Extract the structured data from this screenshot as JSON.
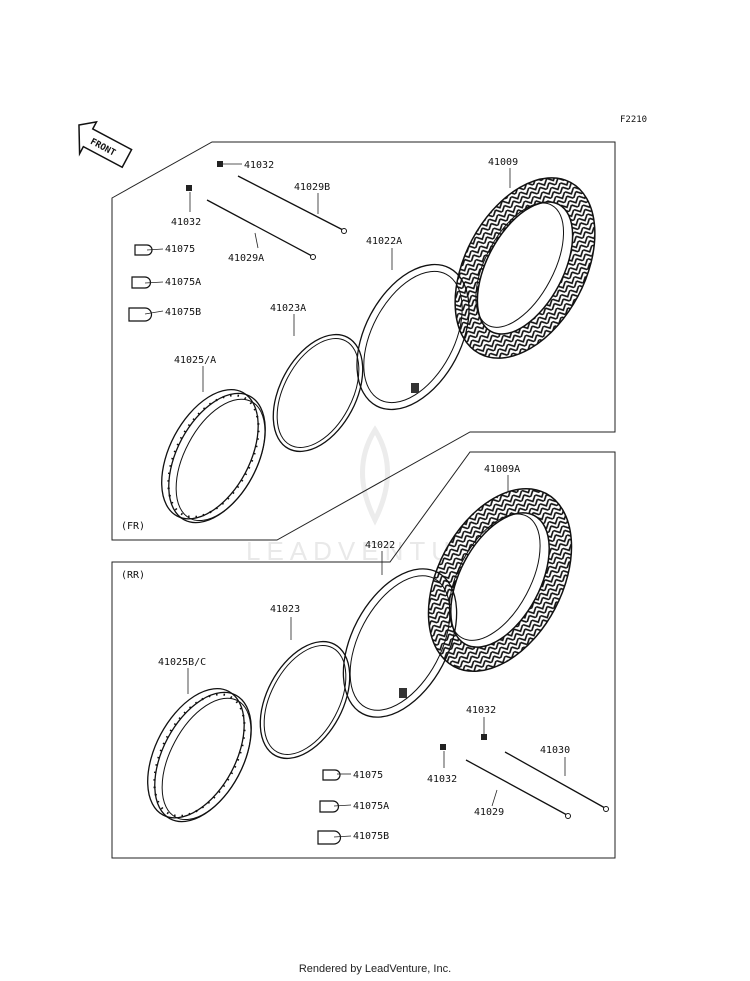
{
  "diagram_code": "F2210",
  "front_arrow": "FRONT",
  "front_section_tag": "(FR)",
  "rear_section_tag": "(RR)",
  "watermark": "LEADVENTURE",
  "footer": "Rendered by LeadVenture, Inc.",
  "front_parts": {
    "p41032a": "41032",
    "p41032b": "41032",
    "p41029b": "41029B",
    "p41029a": "41029A",
    "p41075": "41075",
    "p41075a": "41075A",
    "p41075b": "41075B",
    "p41009": "41009",
    "p41022a": "41022A",
    "p41023a": "41023A",
    "p41025": "41025/A"
  },
  "rear_parts": {
    "p41009a": "41009A",
    "p41022": "41022",
    "p41023": "41023",
    "p41025bc": "41025B/C",
    "p41032a": "41032",
    "p41032b": "41032",
    "p41030": "41030",
    "p41029": "41029",
    "p41075": "41075",
    "p41075a": "41075A",
    "p41075b": "41075B"
  },
  "colors": {
    "line": "#222222",
    "watermark": "#e9e9e9"
  }
}
